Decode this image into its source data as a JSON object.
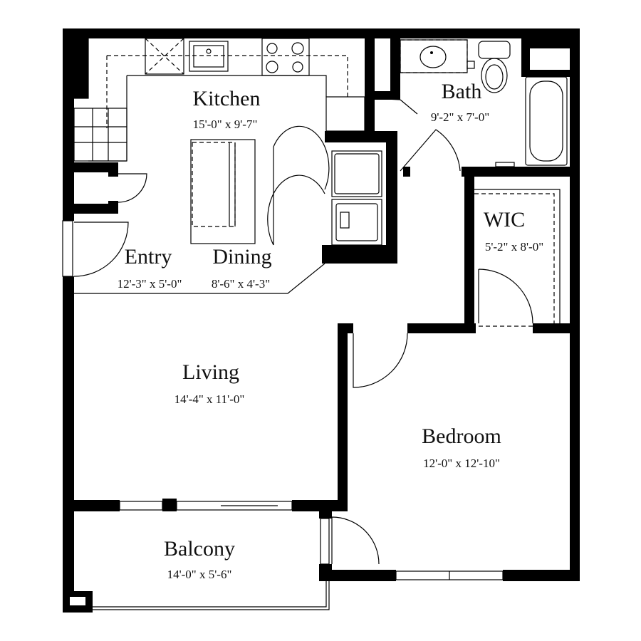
{
  "rooms": {
    "kitchen": {
      "name": "Kitchen",
      "dims": "15'-0\" x 9'-7\""
    },
    "bath": {
      "name": "Bath",
      "dims": "9'-2\" x 7'-0\""
    },
    "wic": {
      "name": "WIC",
      "dims": "5'-2\" x 8'-0\""
    },
    "entry": {
      "name": "Entry",
      "dims": "12'-3\" x 5'-0\""
    },
    "dining": {
      "name": "Dining",
      "dims": "8'-6\" x 4'-3\""
    },
    "living": {
      "name": "Living",
      "dims": "14'-4\" x 11'-0\""
    },
    "bedroom": {
      "name": "Bedroom",
      "dims": "12'-0\" x 12'-10\""
    },
    "balcony": {
      "name": "Balcony",
      "dims": "14'-0\" x 5'-6\""
    }
  },
  "colors": {
    "wall": "#000000",
    "background": "#ffffff"
  }
}
